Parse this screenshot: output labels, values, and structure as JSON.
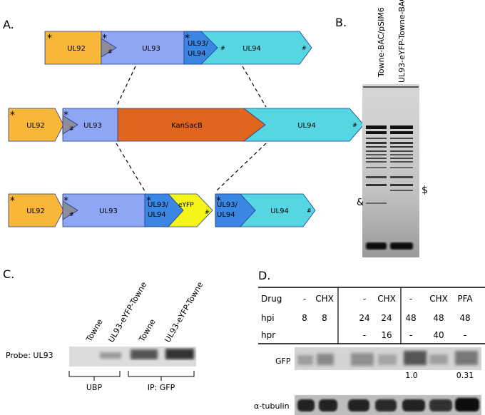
{
  "panels": {
    "a": "A.",
    "b": "B.",
    "c": "C.",
    "d": "D."
  },
  "panel_a": {
    "row1": {
      "ul92": "UL92",
      "ul93": "UL93",
      "ul93_ul94_line1": "UL93/",
      "ul93_ul94_line2": "UL94",
      "ul94": "UL94"
    },
    "row2": {
      "ul92": "UL92",
      "ul93": "UL93",
      "kansacb": "KanSacB",
      "ul94": "UL94"
    },
    "row3": {
      "ul92": "UL92",
      "ul93": "UL93",
      "ul93_ul94_line1": "UL93/",
      "ul93_ul94_line2": "UL94",
      "eyfp": "eYFP",
      "ul93_ul94b_line1": "UL93/",
      "ul93_ul94b_line2": "UL94",
      "ul94": "UL94"
    },
    "star": "*",
    "hash": "#",
    "colors": {
      "ul92": "#f9b73a",
      "ul93": "#8fa6f4",
      "overlap": "#3a86e2",
      "ul94": "#55d6e2",
      "kansacb": "#e0661e",
      "eyfp": "#f6f51a",
      "triangle": "#8c8c9c"
    }
  },
  "panel_b": {
    "lane1": "Towne-BAC/pSIM6",
    "lane2": "UL93-eYFP-Towne-BAC",
    "marker_left": "&",
    "marker_right": "$"
  },
  "panel_c": {
    "lane1": "Towne",
    "lane2": "UL93-eYFP-Towne",
    "lane3": "Towne",
    "lane4": "UL93-eYFP-Towne",
    "probe": "Probe: UL93",
    "group1": "UBP",
    "group2": "IP: GFP"
  },
  "panel_d": {
    "rows": [
      {
        "label": "Drug",
        "cells": [
          "-",
          "CHX",
          "-",
          "CHX",
          "-",
          "CHX",
          "PFA"
        ]
      },
      {
        "label": "hpi",
        "cells": [
          "8",
          "8",
          "24",
          "24",
          "48",
          "48",
          "48"
        ]
      },
      {
        "label": "hpr",
        "cells": [
          "",
          "",
          "-",
          "16",
          "-",
          "40",
          "-"
        ]
      }
    ],
    "gfp": "GFP",
    "tubulin": "α-tubulin",
    "quant1": "1.0",
    "quant2": "0.31"
  }
}
